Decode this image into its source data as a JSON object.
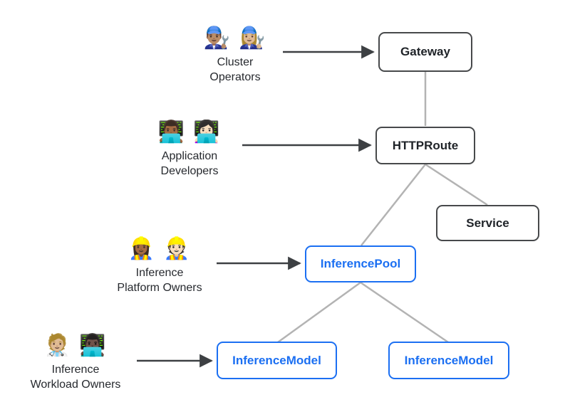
{
  "personas": [
    {
      "id": "cluster-operators",
      "emojis": "👨🏽‍🔧 👩🏼‍🔧",
      "icon_names": "man-mechanic-icon woman-mechanic-icon",
      "label_line1": "Cluster",
      "label_line2": "Operators"
    },
    {
      "id": "application-developers",
      "emojis": "👨🏾‍💻 👩🏻‍💻",
      "icon_names": "man-technologist-icon woman-technologist-icon",
      "label_line1": "Application",
      "label_line2": "Developers"
    },
    {
      "id": "inference-platform-owners",
      "emojis": "👷🏾‍♀️ 👷🏻",
      "icon_names": "woman-construction-worker-icon man-construction-worker-icon",
      "label_line1": "Inference",
      "label_line2": "Platform Owners"
    },
    {
      "id": "inference-workload-owners",
      "emojis": "🧑🏼‍⚕️ 👨🏿‍💻",
      "icon_names": "health-worker-icon man-technologist-icon",
      "label_line1": "Inference",
      "label_line2": "Workload Owners"
    }
  ],
  "nodes": [
    {
      "id": "gateway",
      "label": "Gateway",
      "style": "dark"
    },
    {
      "id": "httproute",
      "label": "HTTPRoute",
      "style": "dark"
    },
    {
      "id": "service",
      "label": "Service",
      "style": "dark"
    },
    {
      "id": "inferencepool",
      "label": "InferencePool",
      "style": "blue"
    },
    {
      "id": "inferencemodel-left",
      "label": "InferenceModel",
      "style": "blue"
    },
    {
      "id": "inferencemodel-right",
      "label": "InferenceModel",
      "style": "blue"
    }
  ],
  "edges": [
    {
      "from": "cluster-operators",
      "to": "gateway",
      "type": "arrow"
    },
    {
      "from": "application-developers",
      "to": "httproute",
      "type": "arrow"
    },
    {
      "from": "inference-platform-owners",
      "to": "inferencepool",
      "type": "arrow"
    },
    {
      "from": "inference-workload-owners",
      "to": "inferencemodel-left",
      "type": "arrow"
    },
    {
      "from": "gateway",
      "to": "httproute",
      "type": "line"
    },
    {
      "from": "httproute",
      "to": "service",
      "type": "line"
    },
    {
      "from": "httproute",
      "to": "inferencepool",
      "type": "line"
    },
    {
      "from": "inferencepool",
      "to": "inferencemodel-left",
      "type": "line"
    },
    {
      "from": "inferencepool",
      "to": "inferencemodel-right",
      "type": "line"
    }
  ],
  "colors": {
    "blue_accent": "#1b6ff2",
    "dark_border": "#47494b",
    "connector_gray": "#b3b3b3",
    "arrow_dark": "#3d4043",
    "text_dark": "#26292e",
    "background": "#ffffff"
  }
}
